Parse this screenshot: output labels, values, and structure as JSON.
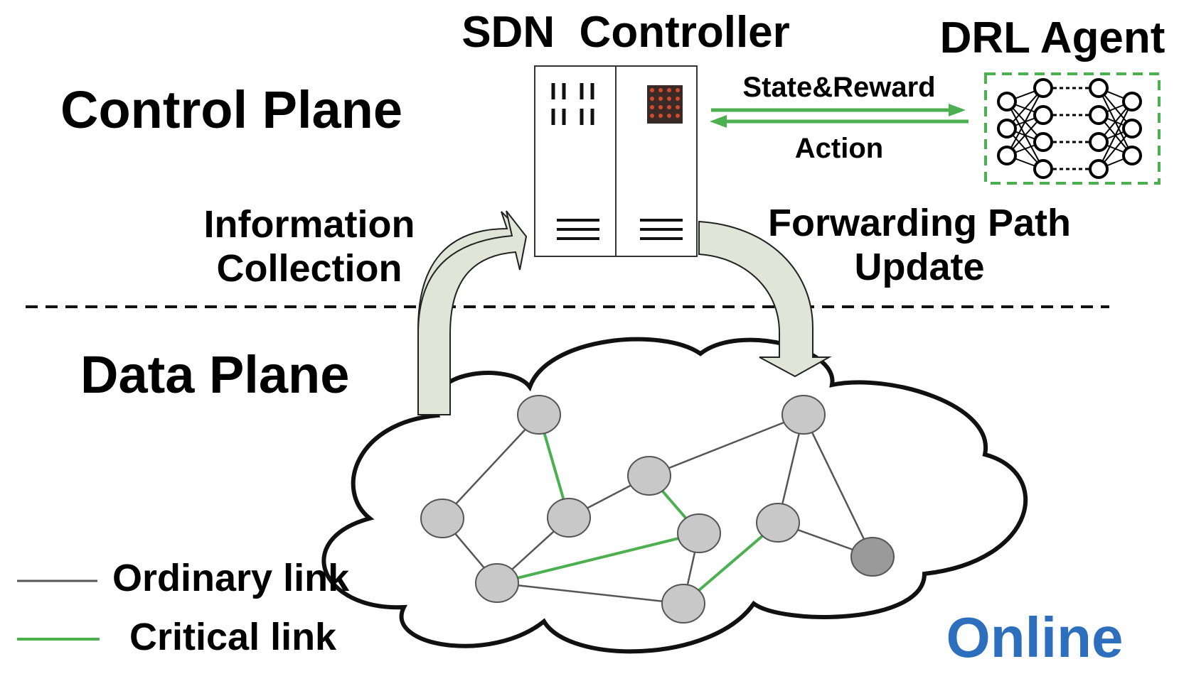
{
  "labels": {
    "sdn_controller": "SDN  Controller",
    "drl_agent": "DRL Agent",
    "control_plane": "Control Plane",
    "data_plane": "Data Plane",
    "state_reward": "State&Reward",
    "action": "Action",
    "info_line1": "Information",
    "info_line2": "Collection",
    "fwd_line1": "Forwarding Path",
    "fwd_line2": "Update",
    "online": "Online"
  },
  "legend": [
    {
      "label": "Ordinary link",
      "color": "#555555"
    },
    {
      "label": "Critical link",
      "color": "#4caf50"
    }
  ],
  "colors": {
    "critical": "#4caf50",
    "ordinary": "#555555",
    "online": "#2e6fbd",
    "node": "#c8c8c8",
    "node_dark": "#9a9a9a",
    "flow_arrow": "#dfe3d6",
    "agent_box": "#4caf50"
  }
}
